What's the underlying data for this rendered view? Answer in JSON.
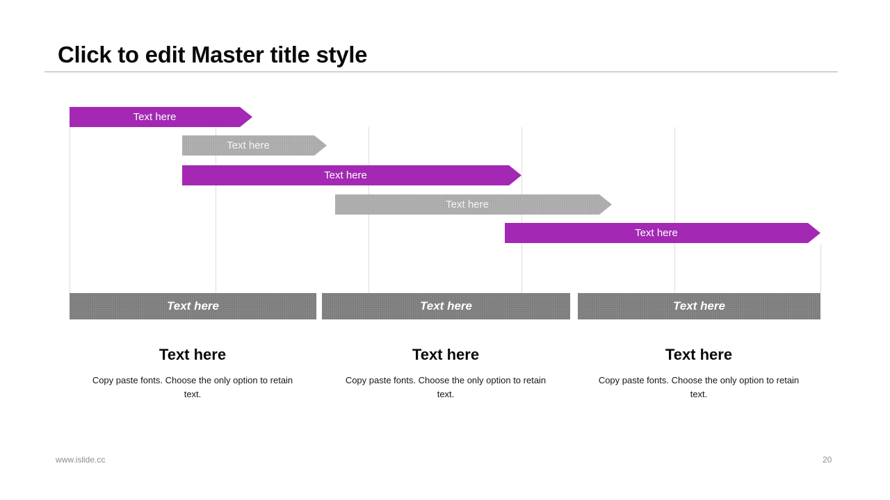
{
  "slide": {
    "title": "Click to edit Master title style",
    "footer": {
      "website": "www.islide.cc",
      "page_number": "20"
    }
  },
  "timeline": {
    "arrows": [
      {
        "label": "Text here",
        "variant": "purple",
        "row": 1
      },
      {
        "label": "Text here",
        "variant": "gray",
        "row": 2
      },
      {
        "label": "Text here",
        "variant": "purple",
        "row": 3
      },
      {
        "label": "Text here",
        "variant": "gray",
        "row": 4
      },
      {
        "label": "Text here",
        "variant": "purple",
        "row": 5
      }
    ],
    "phases": [
      {
        "label": "Text here"
      },
      {
        "label": "Text here"
      },
      {
        "label": "Text here"
      }
    ]
  },
  "columns": [
    {
      "heading": "Text here",
      "body": "Copy paste fonts. Choose the only option to retain text."
    },
    {
      "heading": "Text here",
      "body": "Copy paste fonts. Choose the only option to retain text."
    },
    {
      "heading": "Text here",
      "body": "Copy paste fonts. Choose the only option to retain text."
    }
  ],
  "colors": {
    "accent_purple": "#A328B4",
    "arrow_gray": "#A9A9A9",
    "phase_bar_gray": "#7C7C7C",
    "gridline": "#DCDCDC",
    "title_rule": "#AAAAAA",
    "footer_text": "#8C8C8C",
    "arrow_text": "#FFFFFF"
  }
}
